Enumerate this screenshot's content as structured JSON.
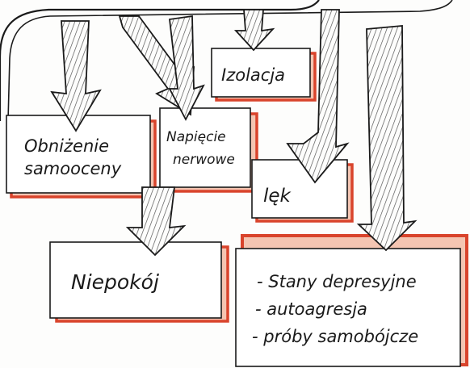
{
  "boxes": {
    "obnizenie": {
      "line1": "Obniżenie",
      "line2": "samooceny"
    },
    "napiecie": {
      "line1": "Napięcie",
      "line2": "nerwowe"
    },
    "izolacja": {
      "label": "Izolacja"
    },
    "lek": {
      "label": "lęk"
    },
    "niepokoj": {
      "label": "Niepokój"
    },
    "depresja": {
      "line1": "- Stany depresyjne",
      "line2": "- autoagresja",
      "line3": "- próby samobójcze"
    }
  },
  "colors": {
    "box_fill": "#f4c5b2",
    "box_border": "#d9442c",
    "ink": "#1a1a1a",
    "arrow_hatch": "#555555",
    "paper": "#fdfdfc"
  }
}
